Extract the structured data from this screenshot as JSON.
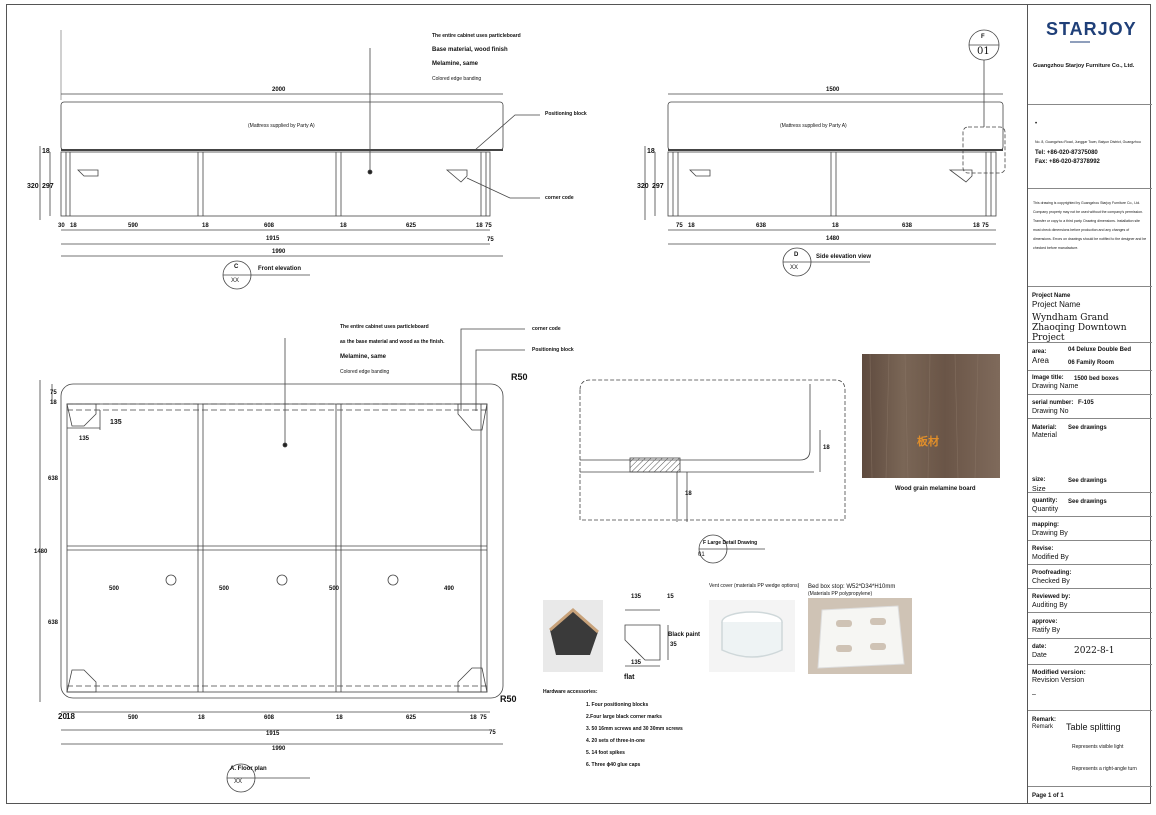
{
  "front": {
    "notes": [
      "The entire cabinet uses particleboard",
      "Base material, wood finish",
      "Melamine, same",
      "Colored edge banding"
    ],
    "mattress": "(Mattress supplied by Party A)",
    "positioning": "Positioning block",
    "corner": "corner code",
    "dims_top": "2000",
    "height_a": "18",
    "height_b": "320",
    "height_c": "297",
    "dims_bottom": [
      "30",
      "18",
      "590",
      "18",
      "608",
      "18",
      "625",
      "18",
      "75"
    ],
    "d1915": "1915",
    "d1990": "1990",
    "d75": "75",
    "tag_letter": "C",
    "tag_code": "XX",
    "tag_title": "Front elevation"
  },
  "side": {
    "dim_top": "1500",
    "mattress": "(Mattress supplied by Party A)",
    "height_a": "18",
    "height_b": "320",
    "height_c": "297",
    "dims_bottom": [
      "75",
      "18",
      "638",
      "18",
      "638",
      "18",
      "75"
    ],
    "d1480": "1480",
    "tag_letter": "D",
    "tag_code": "XX",
    "tag_title": "Side elevation view",
    "callout_letter": "F",
    "callout_code": "01"
  },
  "plan": {
    "notes": [
      "The entire cabinet uses particleboard",
      "as the base material and wood as the finish.",
      "Melamine, same",
      "Colored edge banding"
    ],
    "corner": "corner code",
    "positioning": "Positioning block",
    "r_top": "R50",
    "r_bottom": "R50",
    "d75": "75",
    "d18": "18",
    "d135a": "135",
    "d135b": "135",
    "d638a": "638",
    "d638b": "638",
    "d1480": "1480",
    "mid": [
      "500",
      "500",
      "500",
      "490"
    ],
    "dims_bottom": [
      "20",
      "18",
      "590",
      "18",
      "608",
      "18",
      "625",
      "18",
      "75"
    ],
    "d1915": "1915",
    "d1990": "1990",
    "d75b": "75",
    "tag_letter": "A. Floor plan",
    "tag_code": "XX"
  },
  "detail": {
    "d18a": "18",
    "d18b": "18",
    "tag_title": "F Large Detail Drawing",
    "tag_code": "01"
  },
  "material": {
    "swatch_label": "板材",
    "caption": "Wood grain melamine board"
  },
  "hardware": {
    "d135a": "135",
    "d15": "15",
    "d135b": "135",
    "d35": "35",
    "flat": "flat",
    "black_paint": "Black paint",
    "title": "Hardware accessories:",
    "items": [
      "1. Four positioning blocks",
      "2.Four large black corner marks",
      "3. 50 16mm screws and 30 30mm screws",
      "4. 20 sets of three-in-one",
      "5. 14 foot spikes",
      "6. Three ϕ40 glue caps"
    ],
    "vent_title": "Vent cover (materials PP wedge options)",
    "stop_title": "Bed box stop: W52*D34*H10mm",
    "stop_sub": "(Materials PP polypropylene)"
  },
  "titleblock": {
    "logo": "STARJOY",
    "company": "Guangzhou Starjoy Furniture Co., Ltd.",
    "address": "No. 8, Guangzhou Road, Junggar Town, Baiyun District, Guangzhou",
    "tel": "Tel: +86-020-87375080",
    "fax": "Fax: +86-020-87378992",
    "copyright": "This drawing is copyrighted by Guangzhou Starjoy Furniture Co., Ltd. Company property may not be used without the company's permission. Transfer or copy to a third party. Drawing dimensions. Installation site must check dimensions before production and any changes of dimensions. Errors on drawings should be notified to the designer and be checked before manufacture.",
    "project_name_cn": "Project Name",
    "project_name": "Project Name",
    "project_value": "Wyndham Grand Zhaoqing Downtown Project",
    "area_lbl": "area:",
    "area_en": "Area",
    "area_val1": "04 Deluxe Double Bed",
    "area_val2": "06 Family Room",
    "image_lbl": "Image title:",
    "image_en": "Drawing Name",
    "image_val": "1500 bed boxes",
    "serial_lbl": "serial number:",
    "serial_en": "Drawing No",
    "serial_val": "F-105",
    "material_lbl": "Material:",
    "material_en": "Material",
    "material_val": "See drawings",
    "size_lbl": "size:",
    "size_en": "Size",
    "size_val": "See drawings",
    "qty_lbl": "quantity:",
    "qty_en": "Quantity",
    "qty_val": "See drawings",
    "mapping_lbl": "mapping:",
    "mapping_en": "Drawing By",
    "revise_lbl": "Revise:",
    "revise_en": "Modified By",
    "proof_lbl": "Proofreading:",
    "proof_en": "Checked By",
    "review_lbl": "Reviewed by:",
    "review_en": "Auditing By",
    "approve_lbl": "approve:",
    "approve_en": "Ratify By",
    "date_lbl": "date:",
    "date_en": "Date",
    "date_val": "2022-8-1",
    "modified_lbl": "Modified version:",
    "modified_en": "Revision Version",
    "modified_val": "–",
    "remark_lbl": "Remark:",
    "remark_en": "Remark",
    "remark_title": "Table splitting",
    "remark_1": "Represents visible light",
    "remark_2": "Represents a right-angle turn",
    "page": "Page 1 of 1"
  }
}
